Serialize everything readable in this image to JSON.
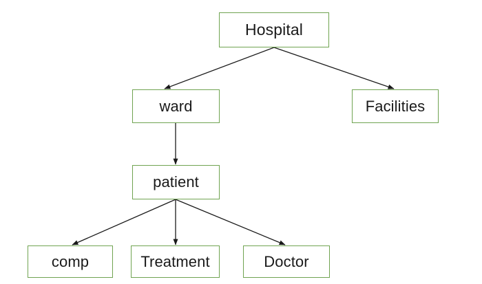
{
  "diagram": {
    "type": "tree-diagram",
    "background_color": "#ffffff",
    "node_border_color": "#6fa350",
    "node_fill_color": "#ffffff",
    "text_color": "#1a1a1a",
    "edge_color": "#1a1a1a",
    "nodes": [
      {
        "id": "hospital",
        "label": "Hospital",
        "level": 0
      },
      {
        "id": "ward",
        "label": "ward",
        "level": 1
      },
      {
        "id": "facilities",
        "label": "Facilities",
        "level": 1
      },
      {
        "id": "patient",
        "label": "patient",
        "level": 2
      },
      {
        "id": "comp",
        "label": "comp",
        "level": 3
      },
      {
        "id": "treatment",
        "label": "Treatment",
        "level": 3
      },
      {
        "id": "doctor",
        "label": "Doctor",
        "level": 3
      }
    ],
    "edges": [
      {
        "from": "hospital",
        "to": "ward",
        "arrow": "to"
      },
      {
        "from": "hospital",
        "to": "facilities",
        "arrow": "to"
      },
      {
        "from": "ward",
        "to": "patient",
        "arrow": "to"
      },
      {
        "from": "patient",
        "to": "comp",
        "arrow": "to"
      },
      {
        "from": "patient",
        "to": "treatment",
        "arrow": "to"
      },
      {
        "from": "patient",
        "to": "doctor",
        "arrow": "to"
      }
    ]
  }
}
